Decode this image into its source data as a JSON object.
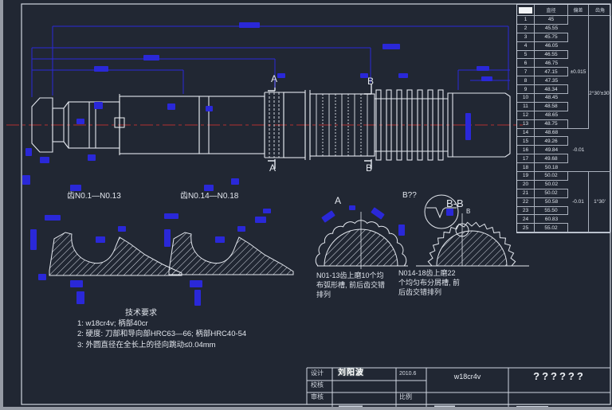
{
  "colors": {
    "background": "#212733",
    "drawing_line": "#e3e7ee",
    "dimension_blue": "#2a28d8",
    "centerline_red": "#b43232"
  },
  "drawing": {
    "section_a": "A",
    "section_b": "B",
    "view_a_label": "A",
    "detail_b_label": "B??",
    "section_bb_label": "B-B",
    "detail_b_marker": "B",
    "teeth_range_left": "齿N0.1—N0.13",
    "teeth_range_right": "齿N0.14—N0.18",
    "note_left": [
      "N01-13齿上磨10个均",
      "布弧形槽, 前后齿交错",
      "排列"
    ],
    "note_right": [
      "N014-18齿上磨22",
      "个均匀布分屑槽, 前",
      "后齿交错排列"
    ]
  },
  "tech": {
    "title": "技术要求",
    "line1": "1: w18cr4v; 柄部40cr",
    "line2": "2: 硬度: 刀部和导向部HRC63—66; 柄部HRC40-54",
    "line3": "3: 外圆直径在全长上的径向跳动≤0.04mm"
  },
  "teeth_table": {
    "col_diameter": "直径",
    "col_tolerance": "偏差",
    "col_angle": "齿角",
    "rows": [
      [
        "1",
        "45"
      ],
      [
        "2",
        "45.55"
      ],
      [
        "3",
        "45.75"
      ],
      [
        "4",
        "46.05"
      ],
      [
        "5",
        "46.55"
      ],
      [
        "6",
        "46.75"
      ],
      [
        "7",
        "47.15"
      ],
      [
        "8",
        "47.35"
      ],
      [
        "9",
        "48.34"
      ],
      [
        "10",
        "48.45"
      ],
      [
        "11",
        "48.58"
      ],
      [
        "12",
        "48.65"
      ],
      [
        "13",
        "48.75"
      ],
      [
        "14",
        "48.68"
      ],
      [
        "15",
        "49.26"
      ],
      [
        "16",
        "49.84"
      ],
      [
        "17",
        "49.68"
      ],
      [
        "18",
        "50.18"
      ],
      [
        "19",
        "50.02"
      ],
      [
        "20",
        "50.02"
      ],
      [
        "21",
        "50.02"
      ],
      [
        "22",
        "50.58"
      ],
      [
        "23",
        "55.50"
      ],
      [
        "24",
        "60.83"
      ],
      [
        "25",
        "55.02"
      ]
    ],
    "tolerance_groups": [
      {
        "rows": [
          1,
          13
        ],
        "value": "±0.015"
      },
      {
        "rows": [
          14,
          18
        ],
        "value": "-0.01"
      },
      {
        "rows": [
          19,
          25
        ],
        "value": "-0.01"
      }
    ],
    "angle_groups": [
      {
        "rows": [
          1,
          18
        ],
        "value": "2°30'±30'"
      },
      {
        "rows": [
          19,
          25
        ],
        "value": "1°30'"
      }
    ]
  },
  "title_block": {
    "design_label": "设计",
    "check_label": "校核",
    "audit_label": "审核",
    "scale_label": "比例",
    "designer": "刘阳波",
    "date": "2010.6",
    "material": "w18cr4v",
    "title": "??????"
  }
}
